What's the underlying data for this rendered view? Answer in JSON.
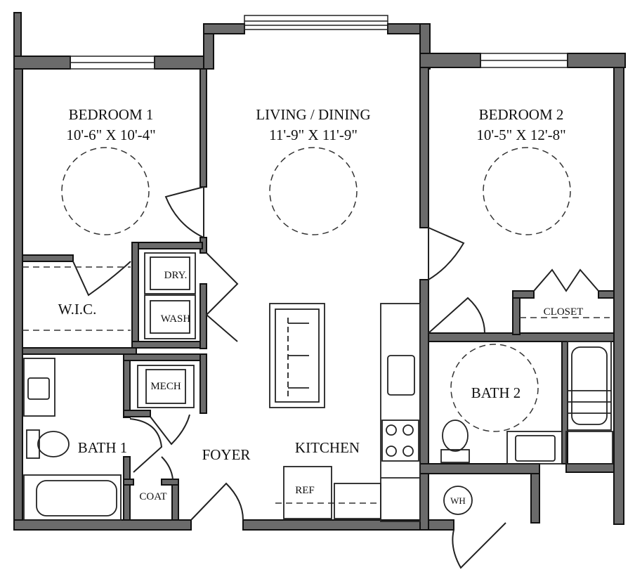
{
  "rooms": {
    "bedroom1": {
      "name": "BEDROOM 1",
      "dims": "10'-6\" X 10'-4\""
    },
    "living": {
      "name": "LIVING / DINING",
      "dims": "11'-9\" X 11'-9\""
    },
    "bedroom2": {
      "name": "BEDROOM 2",
      "dims": "10'-5\" X 12'-8\""
    },
    "wic": "W.I.C.",
    "dryer": "DRY.",
    "washer": "WASH",
    "mech": "MECH",
    "bath1": "BATH 1",
    "bath2": "BATH 2",
    "closet": "CLOSET",
    "foyer": "FOYER",
    "kitchen": "KITCHEN",
    "ref": "REF",
    "coat": "COAT",
    "wh": "WH"
  },
  "colors": {
    "wall_fill": "#6b6b6b",
    "wall_edge": "#111111",
    "line": "#222222"
  }
}
